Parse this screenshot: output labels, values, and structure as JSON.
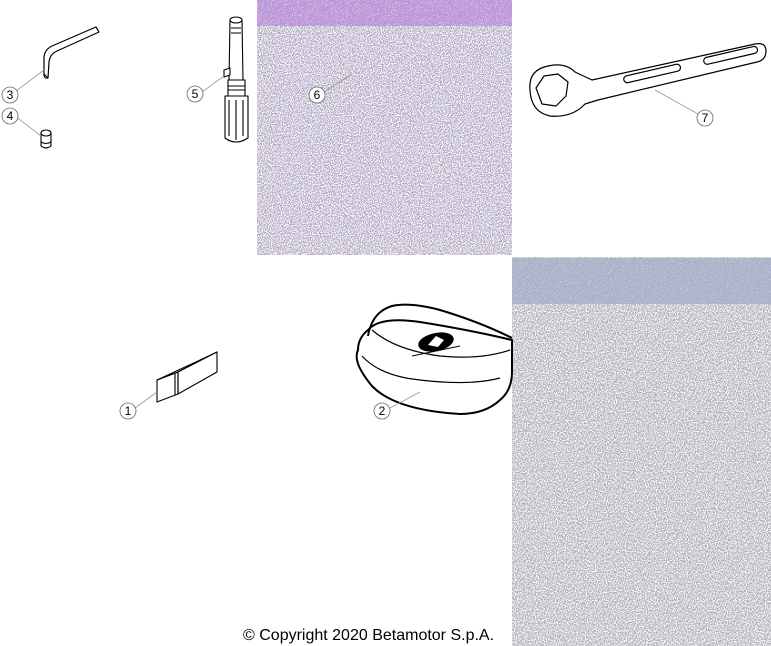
{
  "copyright": "© Copyright 2020 Betamotor S.p.A.",
  "callouts": [
    "1",
    "2",
    "3",
    "4",
    "5",
    "6",
    "7"
  ],
  "parts": [
    {
      "callout": "1",
      "icon": "usb-stick-icon"
    },
    {
      "callout": "2",
      "icon": "tool-pouch-icon"
    },
    {
      "callout": "3",
      "icon": "hex-key-icon"
    },
    {
      "callout": "4",
      "icon": "sleeve-icon"
    },
    {
      "callout": "5",
      "icon": "spark-plug-wrench-icon"
    },
    {
      "callout": "6",
      "icon": "tile-icon"
    },
    {
      "callout": "7",
      "icon": "spanner-icon"
    }
  ],
  "colors": {
    "line": "#000000",
    "leader": "#999999",
    "noise_purple": "#7a5a9a",
    "noise_green": "#5a8a5a"
  }
}
